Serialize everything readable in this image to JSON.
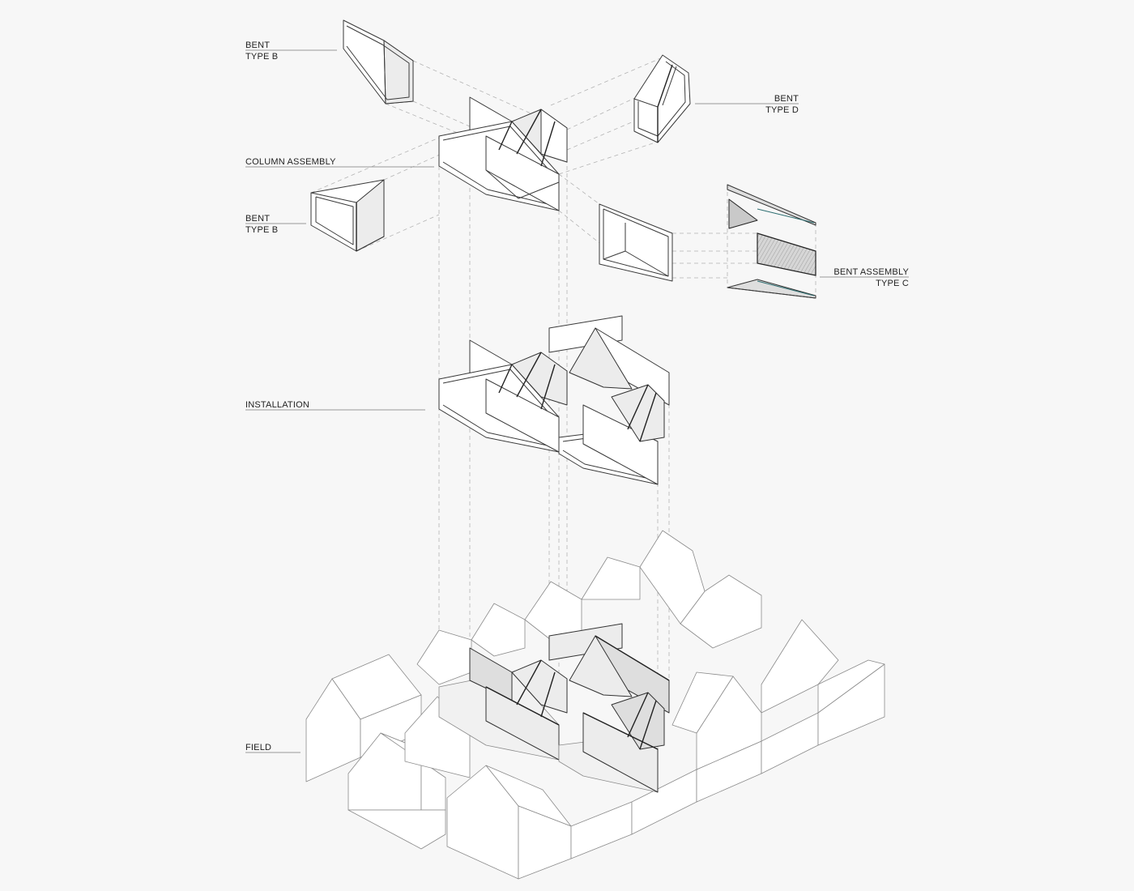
{
  "labels": {
    "bent_type_b_top": {
      "line1": "BENT",
      "line2": "TYPE B"
    },
    "column_assembly": {
      "line1": "COLUMN ASSEMBLY"
    },
    "bent_type_b_mid": {
      "line1": "BENT",
      "line2": "TYPE B"
    },
    "bent_type_d": {
      "line1": "BENT",
      "line2": "TYPE D"
    },
    "bent_assembly_type_c": {
      "line1": "BENT ASSEMBLY",
      "line2": "TYPE C"
    },
    "installation": {
      "line1": "INSTALLATION"
    },
    "field": {
      "line1": "FIELD"
    }
  },
  "colors": {
    "background": "#f7f7f7",
    "line": "#3a3a3a",
    "dashed": "#b3b3b3",
    "fill_gray": "#dedede",
    "accent_teal": "#2f6f72"
  }
}
